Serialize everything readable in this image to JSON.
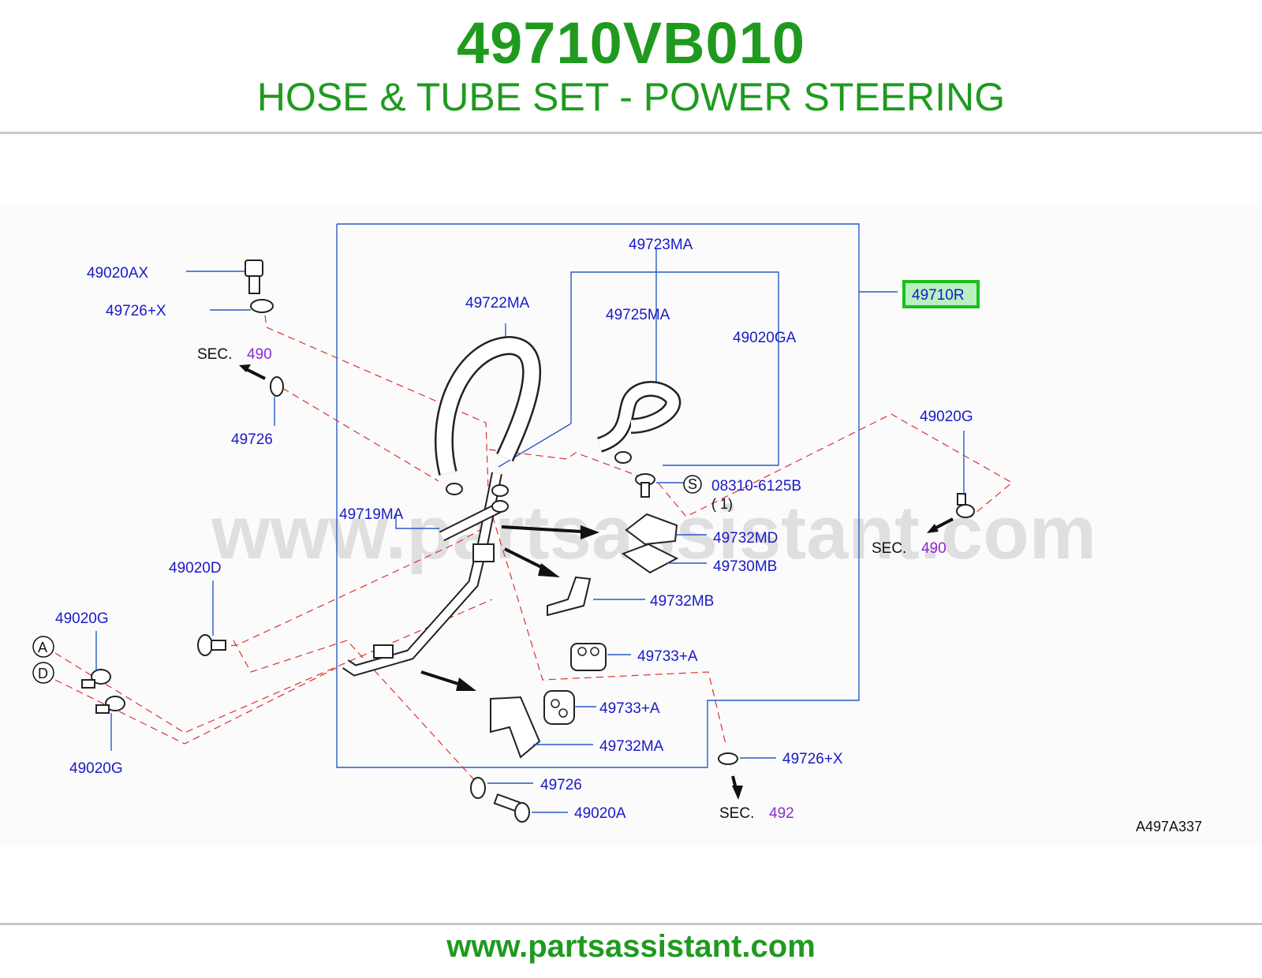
{
  "header": {
    "part_number": "49710VB010",
    "title": "HOSE & TUBE SET - POWER STEERING"
  },
  "diagram": {
    "watermark": "www.partsassistant.com",
    "highlighted_part": "49710R",
    "figure_code": "A497A337",
    "labels": {
      "p49020AX": "49020AX",
      "p49726X_top": "49726+X",
      "p49726_left": "49726",
      "p49722MA": "49722MA",
      "p49723MA": "49723MA",
      "p49725MA": "49725MA",
      "p49020GA": "49020GA",
      "p49020G_right": "49020G",
      "p08310": "08310-6125B",
      "p08310_qty": "( 1)",
      "p49719MA": "49719MA",
      "p49732MD": "49732MD",
      "p49730MB": "49730MB",
      "p49020D": "49020D",
      "p49732MB": "49732MB",
      "p49733A_1": "49733+A",
      "p49020G_left_top": "49020G",
      "p49733A_2": "49733+A",
      "p49732MA": "49732MA",
      "p49020G_left_bottom": "49020G",
      "p49726X_bottom": "49726+X",
      "p49726_bottom": "49726",
      "p49020A": "49020A"
    },
    "section_refs": [
      {
        "prefix": "SEC.",
        "number": "490"
      },
      {
        "prefix": "SEC.",
        "number": "490"
      },
      {
        "prefix": "SEC.",
        "number": "492"
      }
    ],
    "symbols": {
      "s": "S",
      "a": "A",
      "d": "D"
    },
    "colors": {
      "label": "#1a1ac8",
      "section_number": "#8a2ad2",
      "highlight": "#18c018",
      "highlight_fill": "#b8f0c0",
      "dashed_line": "#e03030",
      "frame": "#2a5ac8"
    }
  },
  "footer": {
    "url": "www.partsassistant.com"
  }
}
